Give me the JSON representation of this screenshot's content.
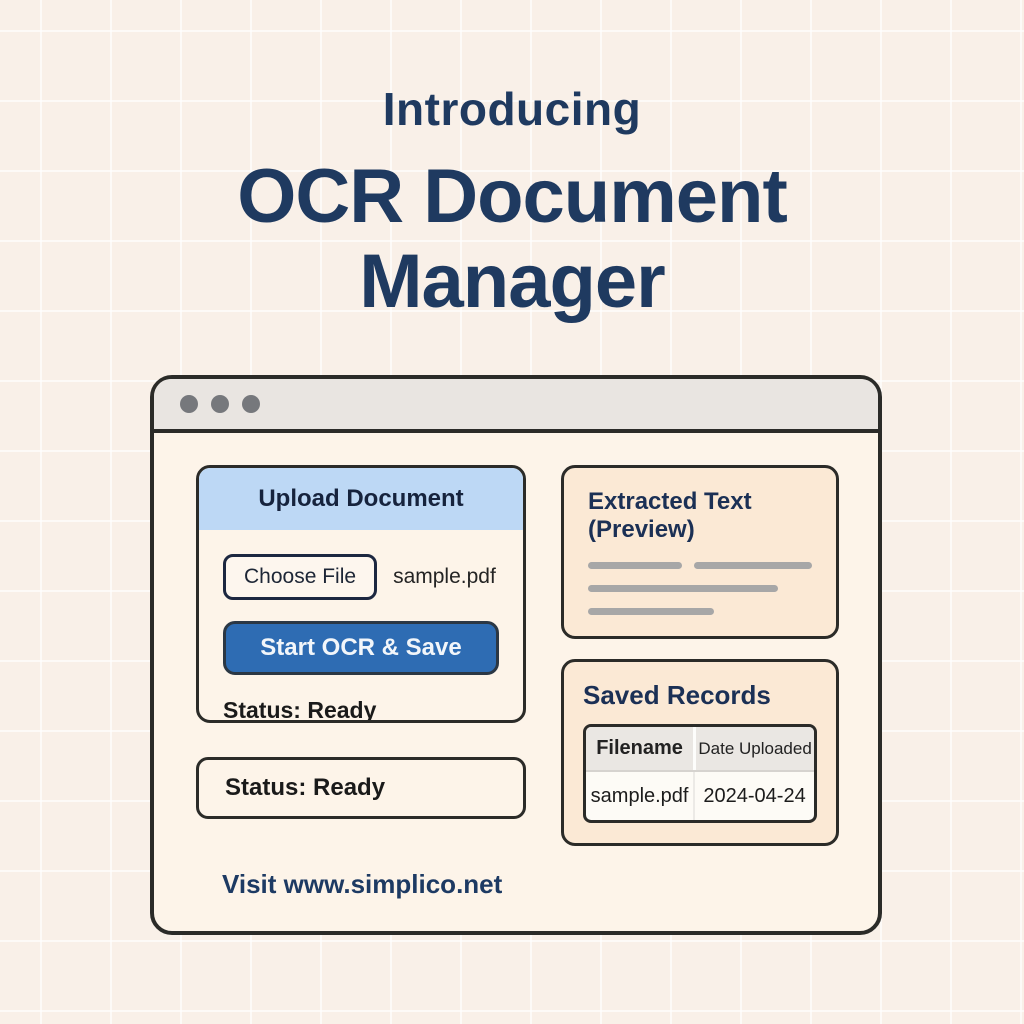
{
  "hero": {
    "intro": "Introducing",
    "title": "OCR Document Manager"
  },
  "window": {
    "upload_card": {
      "header": "Upload Document",
      "choose_file_label": "Choose File",
      "file_name": "sample.pdf",
      "start_button_label": "Start OCR & Save",
      "status_text": "Status: Ready"
    },
    "status_box": {
      "text": "Status: Ready"
    },
    "extracted_card": {
      "title": "Extracted Text (Preview)"
    },
    "saved_records": {
      "title": "Saved Records",
      "table": {
        "headers": [
          "Filename",
          "Date Uploaded"
        ],
        "rows": [
          [
            "sample.pdf",
            "2024-04-24"
          ]
        ]
      }
    },
    "footer_link": "Visit www.simplico.net"
  },
  "colors": {
    "background": "#f9f0e8",
    "grid_line": "#fefaf4",
    "heading_navy": "#1f3a60",
    "window_bg": "#fdf4e9",
    "window_border": "#2b2b28",
    "titlebar_gray": "#e9e5e1",
    "dot_gray": "#76787c",
    "upload_header_blue": "#bdd8f5",
    "accent_blue": "#2e6cb3",
    "peach_card": "#fbe9d5",
    "placeholder_gray": "#a7a7a7",
    "table_header_bg": "#eae7e3"
  }
}
